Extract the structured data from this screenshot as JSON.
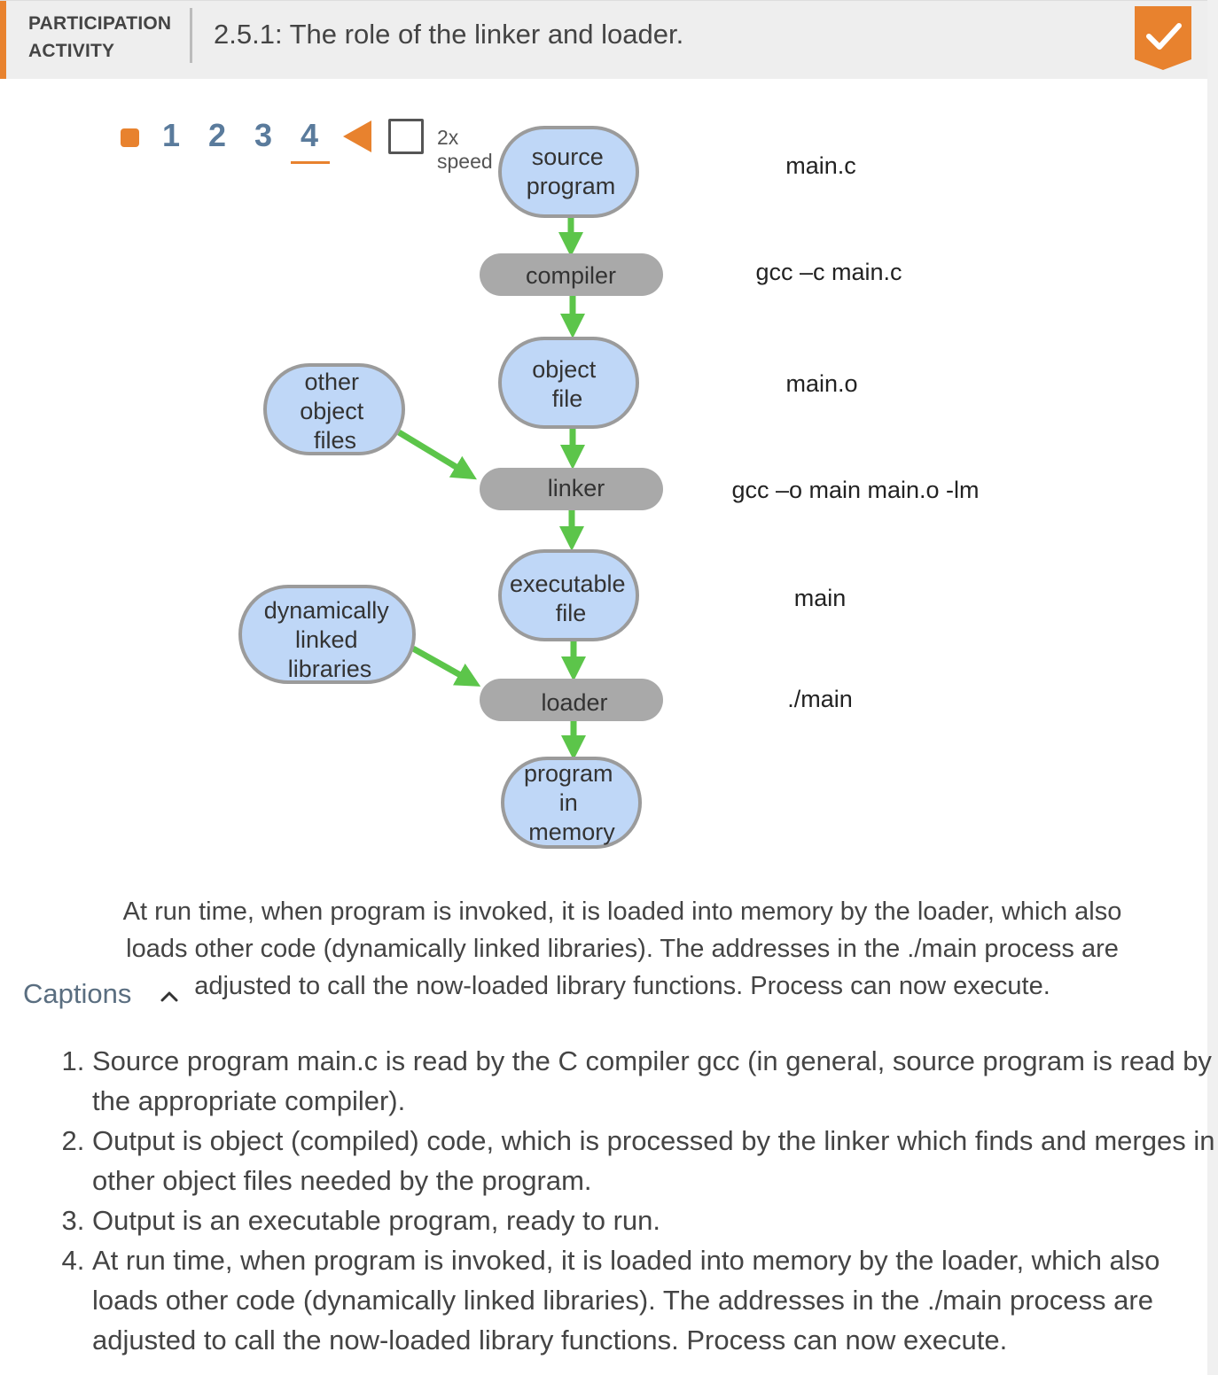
{
  "header": {
    "activity_label_line1": "PARTICIPATION",
    "activity_label_line2": "ACTIVITY",
    "title": "2.5.1: The role of the linker and loader."
  },
  "controls": {
    "steps": [
      "1",
      "2",
      "3",
      "4"
    ],
    "current_step": "4",
    "speed_label": "2x speed"
  },
  "diagram": {
    "nodes": {
      "source": [
        "source",
        "program"
      ],
      "compiler": [
        "compiler"
      ],
      "object": [
        "object",
        "file"
      ],
      "other": [
        "other",
        "object",
        "files"
      ],
      "linker": [
        "linker"
      ],
      "executable": [
        "executable",
        "file"
      ],
      "dll": [
        "dynamically",
        "linked",
        "libraries"
      ],
      "loader": [
        "loader"
      ],
      "memory": [
        "program",
        "in",
        "memory"
      ]
    },
    "commands": {
      "source": "main.c",
      "compiler": "gcc –c main.c",
      "object": "main.o",
      "linker": "gcc –o main main.o -lm",
      "executable": "main",
      "loader": "./main"
    }
  },
  "caption": {
    "current": "At run time, when program is invoked, it is loaded into memory by the loader, which also loads other code (dynamically linked libraries). The addresses in the ./main process are adjusted to call the now-loaded library functions. Process can now execute.",
    "toggle_label": "Captions",
    "items": [
      "Source program main.c is read by the C compiler gcc (in general, source program is read by the appropriate compiler).",
      "Output is object (compiled) code, which is processed by the linker which finds and merges in other object files needed by the program.",
      "Output is an executable program, ready to run.",
      "At run time, when program is invoked, it is loaded into memory by the loader, which also loads other code (dynamically linked libraries). The addresses in the ./main process are adjusted to call the now-loaded library functions. Process can now execute."
    ]
  },
  "colors": {
    "accent": "#e8822e",
    "node_fill": "#bfd7f7",
    "node_stroke": "#9b9b9b",
    "tool_fill": "#a9a9a9",
    "arrow": "#5cc54a"
  }
}
